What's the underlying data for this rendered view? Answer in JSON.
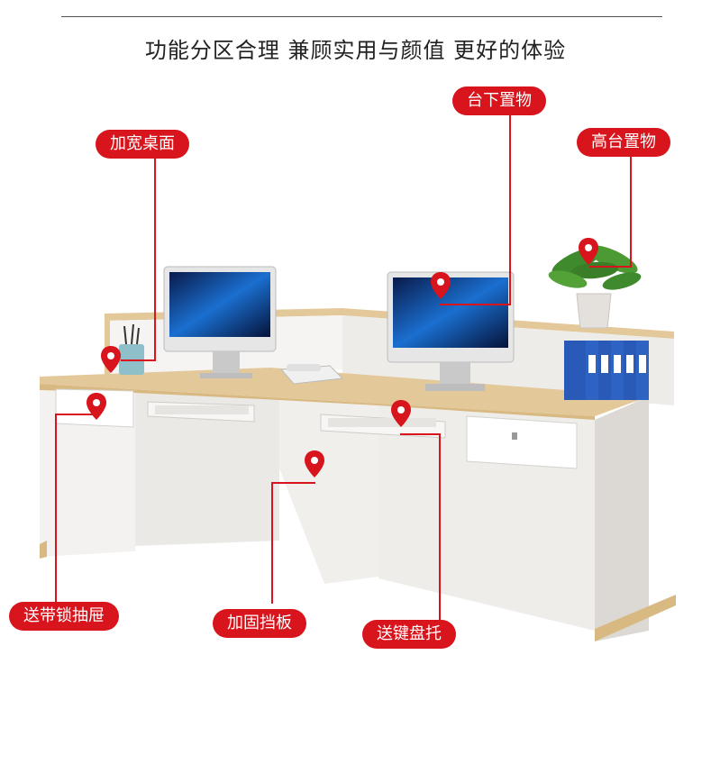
{
  "headline": "功能分区合理 兼顾实用与颜值 更好的体验",
  "callouts": {
    "wide_desktop": "加宽桌面",
    "under_storage": "台下置物",
    "high_storage": "高台置物",
    "lock_drawer": "送带锁抽屉",
    "reinforced_panel": "加固挡板",
    "keyboard_tray": "送键盘托"
  },
  "colors": {
    "accent": "#d8141c",
    "wood": "#e3c89a",
    "panel": "#f2f0ee"
  }
}
